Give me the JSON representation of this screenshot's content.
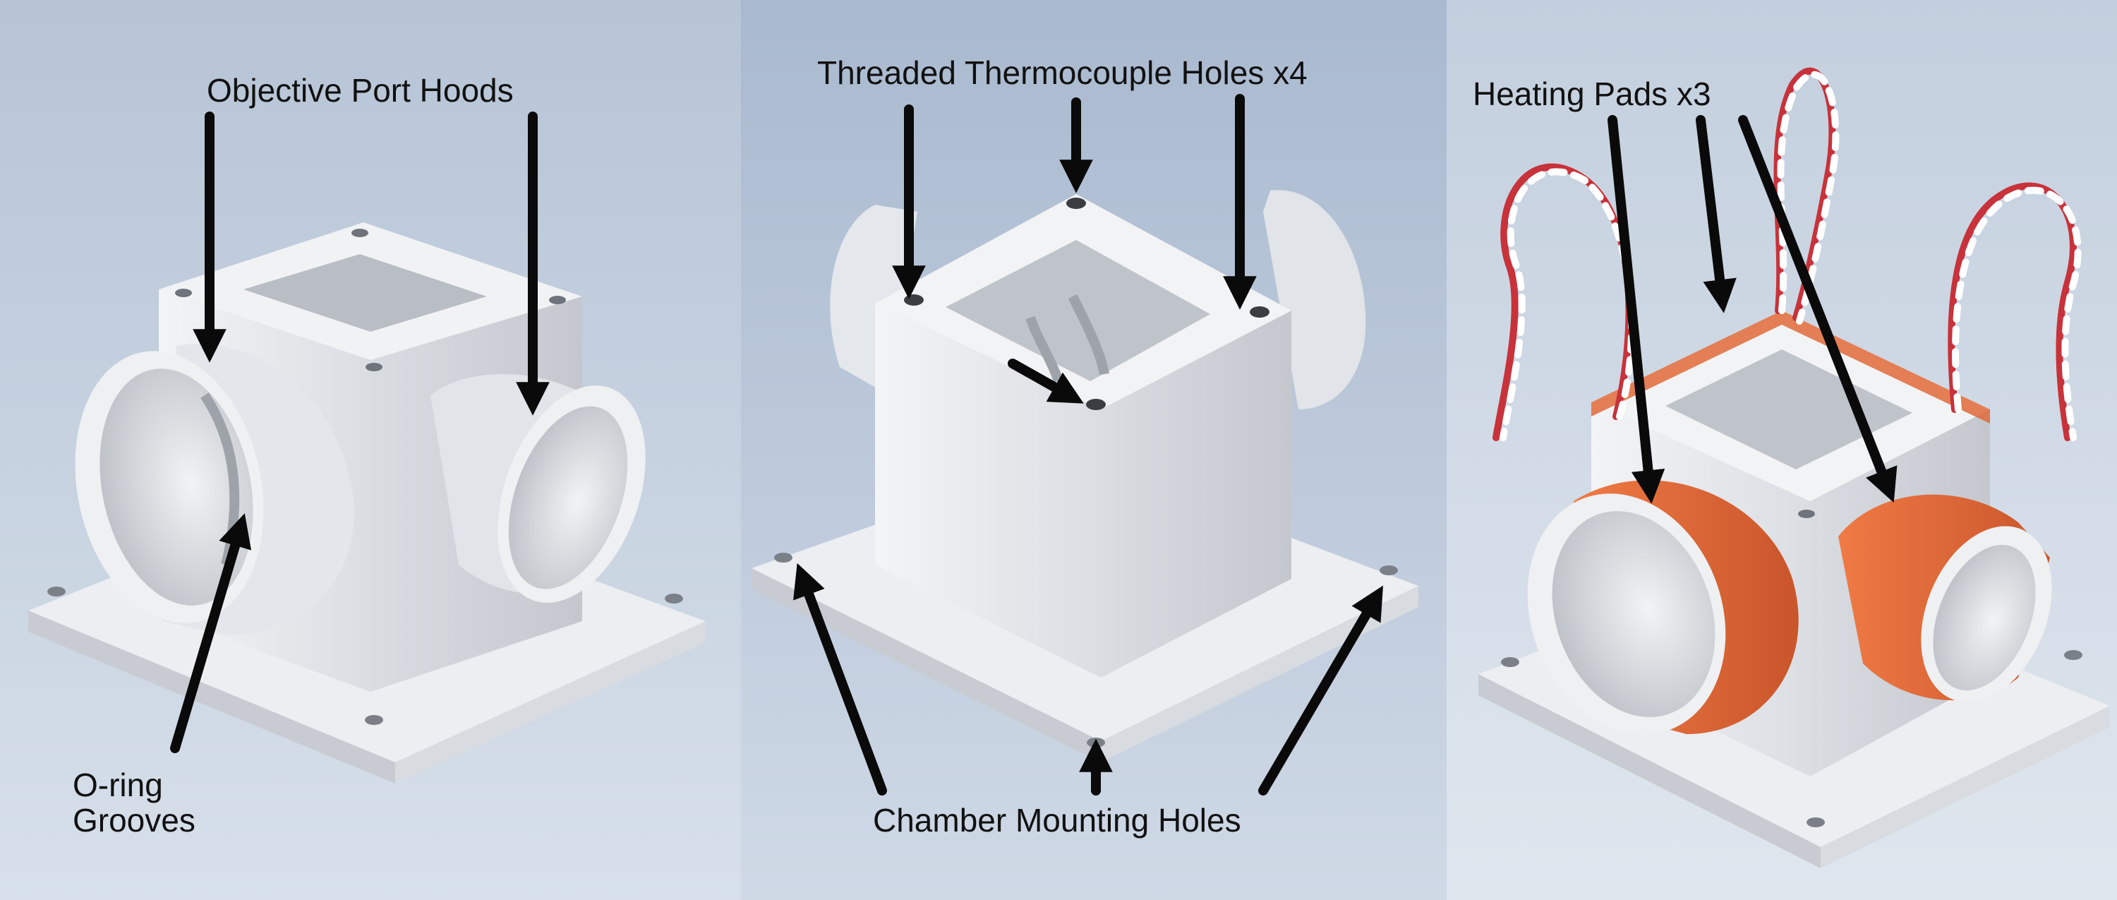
{
  "panels": [
    {
      "id": "left",
      "labels": {
        "hoods": "Objective Port Hoods",
        "oring_line1": "O-ring",
        "oring_line2": "Grooves"
      }
    },
    {
      "id": "middle",
      "labels": {
        "thermo": "Threaded Thermocouple Holes x4",
        "mount": "Chamber Mounting Holes"
      }
    },
    {
      "id": "right",
      "labels": {
        "pads": "Heating Pads x3"
      }
    }
  ],
  "colors": {
    "part": "#e9ebee",
    "part_shadow": "#c9cdd3",
    "heater": "#e06838",
    "arrow": "#0a0a0a",
    "background_left": "#c5d1e0",
    "background_middle": "#b8c6d8",
    "background_right": "#c9d4e2"
  }
}
